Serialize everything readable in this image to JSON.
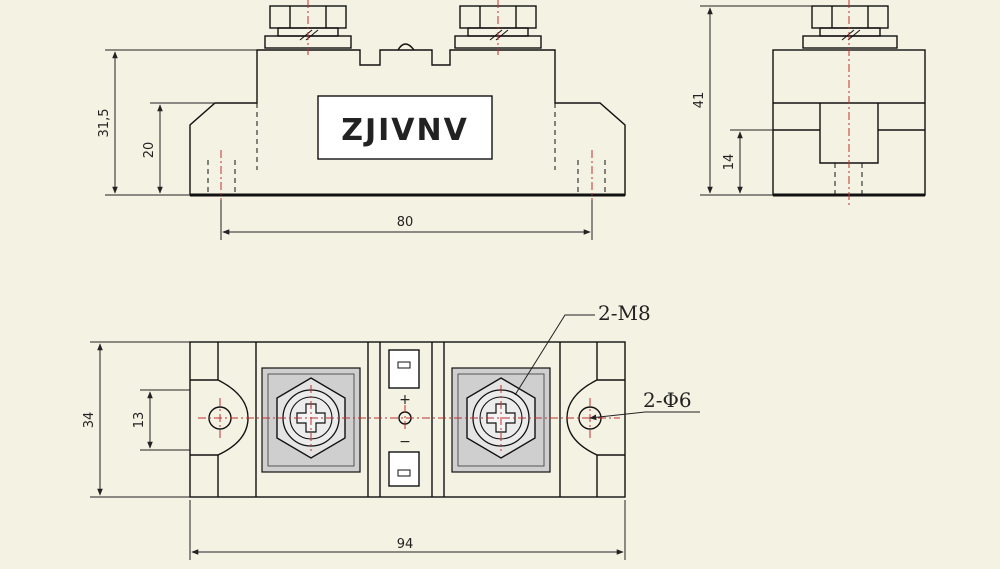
{
  "brand": "ZJIVNV",
  "dimensions": {
    "height_total": "31,5",
    "height_body": "20",
    "length_front": "80",
    "height_side": "41",
    "height_side_lower": "14",
    "width_top": "34",
    "hole_spacing": "13",
    "length_top": "94"
  },
  "callouts": {
    "screws": "2-M8",
    "holes": "2-Φ6"
  },
  "polarity": {
    "plus": "+",
    "minus": "−"
  },
  "colors": {
    "background": "#f4f2e3",
    "line": "#111111",
    "centerline": "#c03030",
    "terminal_plate": "#cfcfcf"
  }
}
